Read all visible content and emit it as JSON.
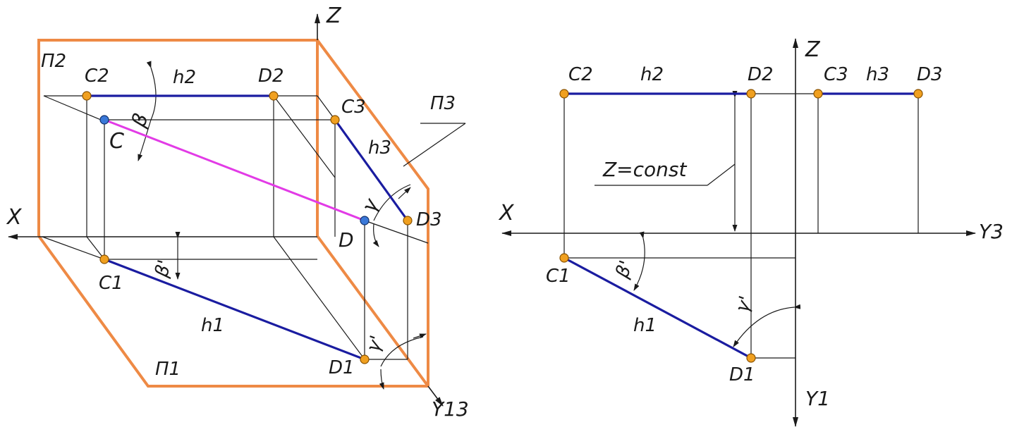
{
  "colors": {
    "plane": "#ee8a45",
    "projection_line": "#1a1ca0",
    "true_line": "#e23be6",
    "point": "#f0a020",
    "point_space": "#3a78d8"
  },
  "left": {
    "axes": {
      "x": "X",
      "z": "Z",
      "y": "Y13"
    },
    "planes": {
      "p1": "П1",
      "p2": "П2",
      "p3": "П3"
    },
    "points": {
      "c2": "C2",
      "d2": "D2",
      "c3": "C3",
      "d3": "D3",
      "c": "C",
      "d": "D",
      "c1": "C1",
      "d1": "D1"
    },
    "lines": {
      "h1": "h1",
      "h2": "h2",
      "h3": "h3"
    },
    "angles": {
      "beta": "β",
      "beta1": "β'",
      "gamma": "γ",
      "gamma1": "γ'"
    }
  },
  "right": {
    "axes": {
      "x": "X",
      "z": "Z",
      "y3": "Y3",
      "y1": "Y1"
    },
    "points": {
      "c2": "C2",
      "d2": "D2",
      "c3": "C3",
      "d3": "D3",
      "c1": "C1",
      "d1": "D1"
    },
    "lines": {
      "h1": "h1",
      "h2": "h2",
      "h3": "h3"
    },
    "angles": {
      "beta1": "β'",
      "gamma1": "γ'"
    },
    "note": "Z=const"
  }
}
